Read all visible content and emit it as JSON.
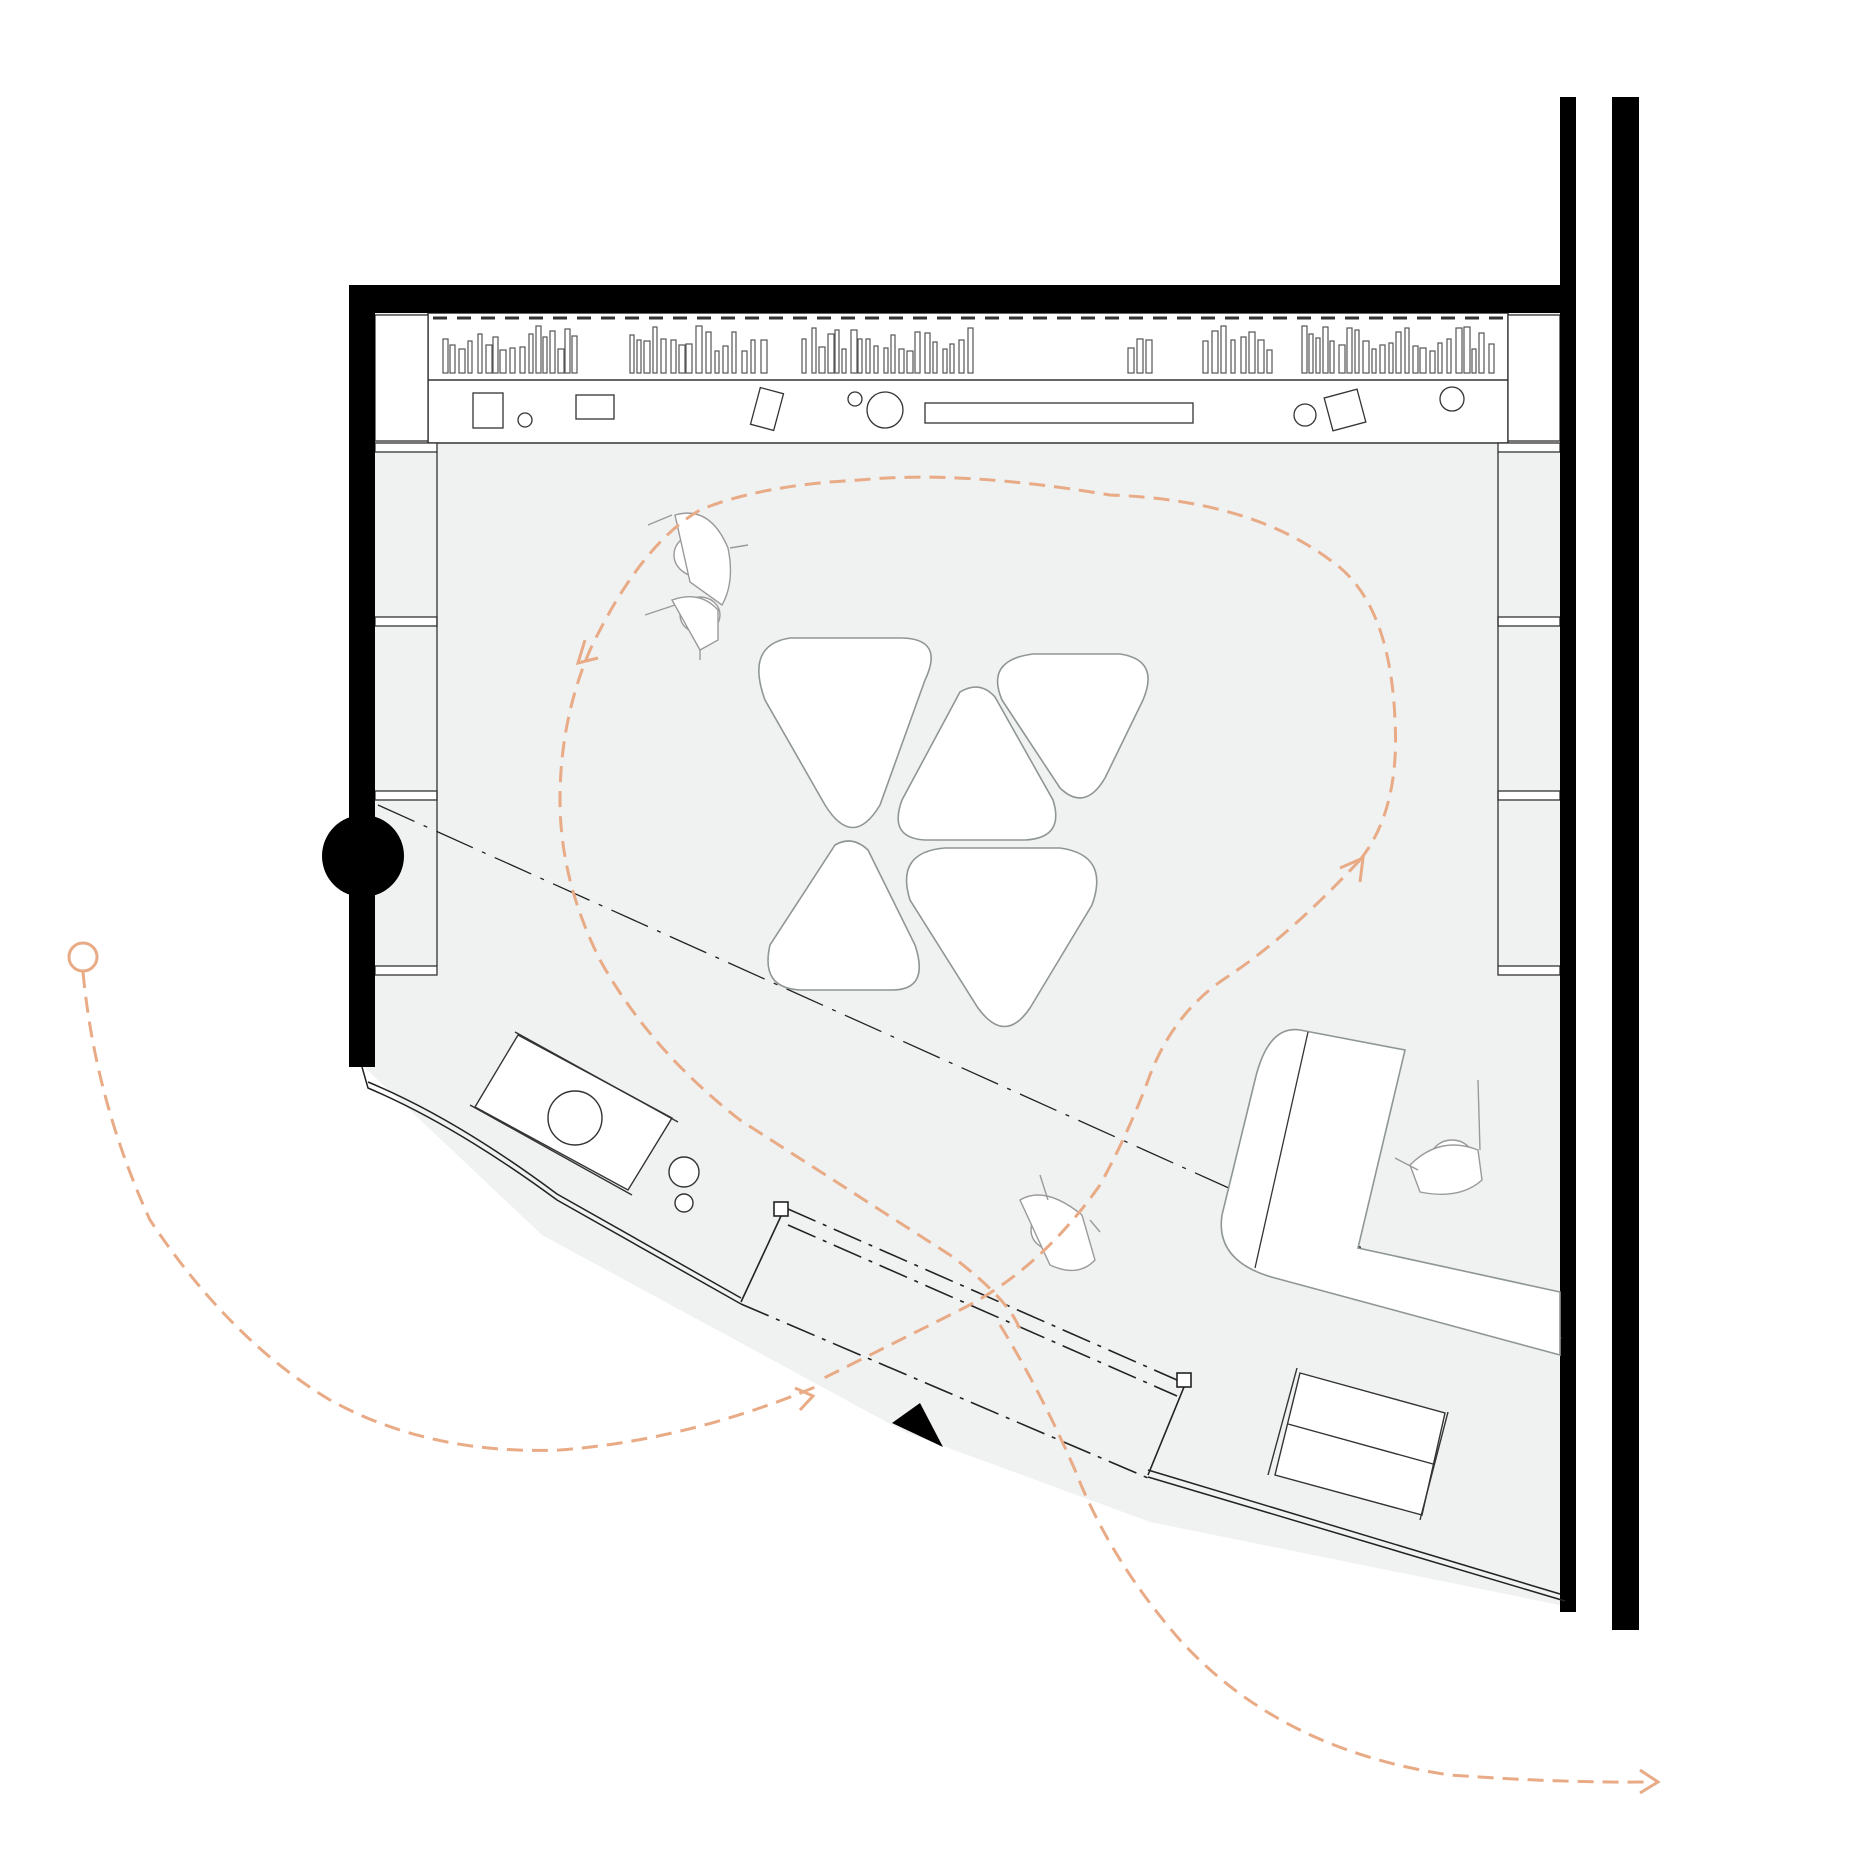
{
  "diagram": {
    "kind": "floor-plan",
    "colors": {
      "wall": "#000000",
      "floor": "#f0f1f1",
      "line": "#222222",
      "furniture": "#ffffff",
      "path": "#e8ab86",
      "person": "#9a9a9a"
    },
    "elements": {
      "walls": [
        "north-wall",
        "west-wall",
        "east-wall",
        "outer-east-wall"
      ],
      "column": "round-column",
      "entrance_marker": "entrance-arrow-icon",
      "circulation_paths": [
        "loop-path",
        "entry-path",
        "exit-path"
      ],
      "furniture": [
        "shelf-unit",
        "display-table-group",
        "service-counter",
        "low-table",
        "bench"
      ],
      "people": 4
    }
  }
}
